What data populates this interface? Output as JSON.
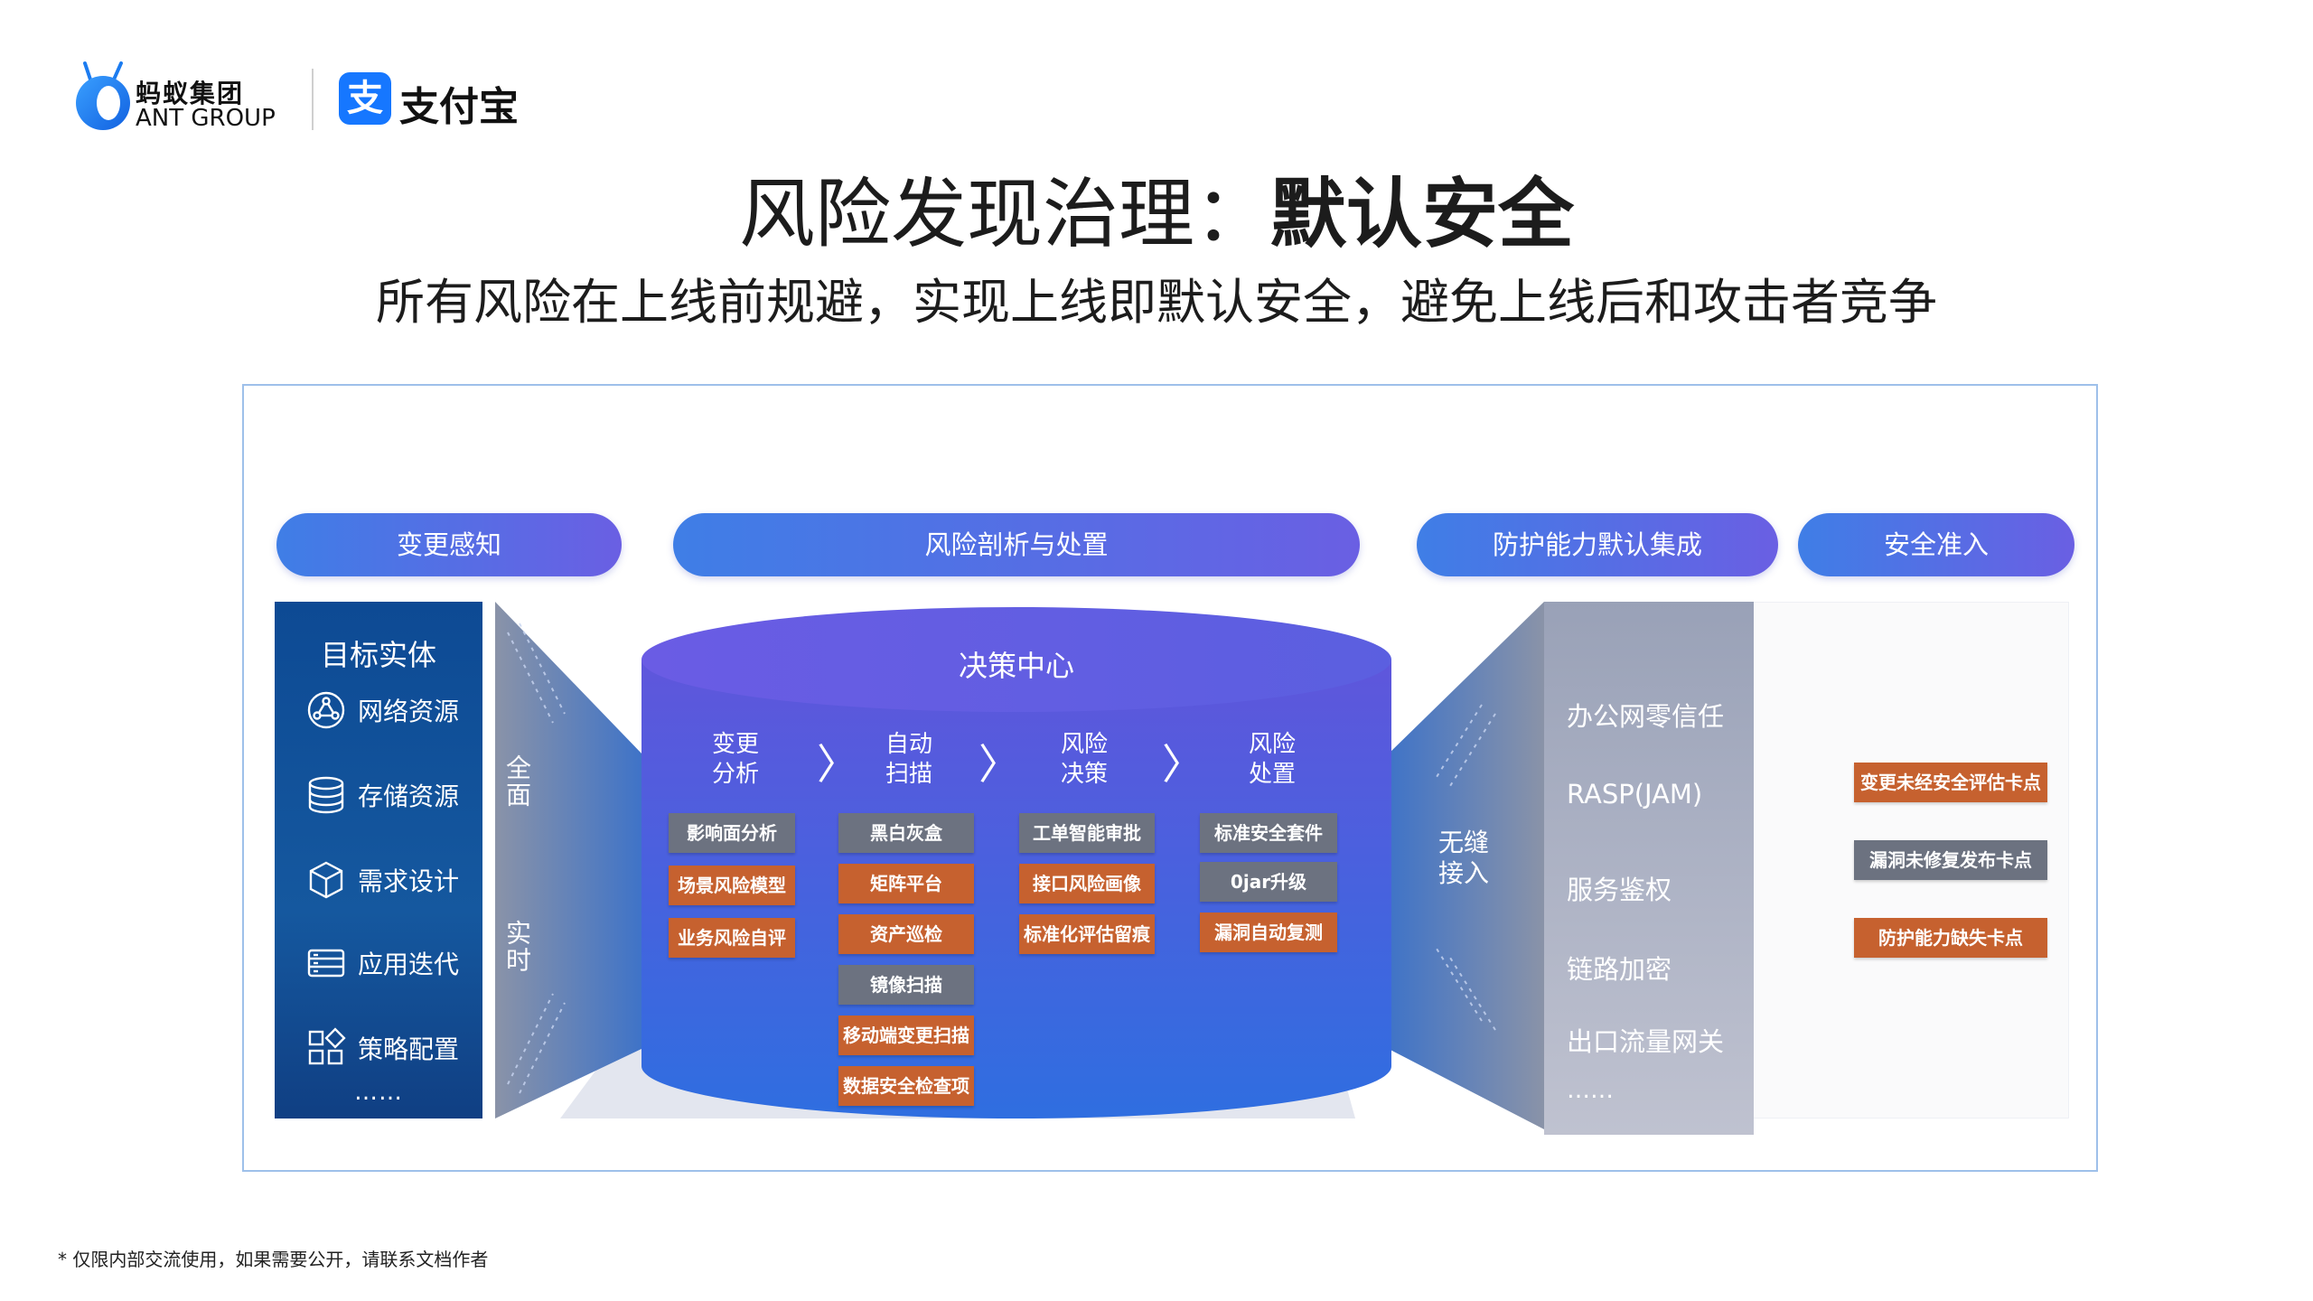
{
  "header": {
    "ant_logo_cn": "蚂蚁集团",
    "ant_logo_en": "ANT GROUP",
    "alipay_logo_text": "支付宝",
    "alipay_icon_glyph": "支"
  },
  "title": {
    "prefix": "风险发现治理：",
    "emphasis": "默认安全"
  },
  "subtitle": "所有风险在上线前规避，实现上线即默认安全，避免上线后和攻击者竞争",
  "stages": [
    "变更感知",
    "风险剖析与处置",
    "防护能力默认集成",
    "安全准入"
  ],
  "target": {
    "title": "目标实体",
    "items": [
      {
        "label": "网络资源",
        "icon": "network-icon"
      },
      {
        "label": "存储资源",
        "icon": "database-icon"
      },
      {
        "label": "需求设计",
        "icon": "cube-icon"
      },
      {
        "label": "应用迭代",
        "icon": "server-icon"
      },
      {
        "label": "策略配置",
        "icon": "grid-icon"
      }
    ],
    "more": "……"
  },
  "funnel_labels": {
    "full": "全面",
    "realtime": "实时"
  },
  "decision_center": {
    "title": "决策中心",
    "columns": [
      {
        "line1": "变更",
        "line2": "分析",
        "tags": [
          {
            "label": "影响面分析",
            "color": "gray"
          },
          {
            "label": "场景风险模型",
            "color": "orange"
          },
          {
            "label": "业务风险自评",
            "color": "orange"
          }
        ]
      },
      {
        "line1": "自动",
        "line2": "扫描",
        "tags": [
          {
            "label": "黑白灰盒",
            "color": "gray"
          },
          {
            "label": "矩阵平台",
            "color": "orange"
          },
          {
            "label": "资产巡检",
            "color": "orange"
          },
          {
            "label": "镜像扫描",
            "color": "gray"
          },
          {
            "label": "移动端变更扫描",
            "color": "orange"
          },
          {
            "label": "数据安全检查项",
            "color": "orange"
          }
        ]
      },
      {
        "line1": "风险",
        "line2": "决策",
        "tags": [
          {
            "label": "工单智能审批",
            "color": "gray"
          },
          {
            "label": "接口风险画像",
            "color": "orange"
          },
          {
            "label": "标准化评估留痕",
            "color": "orange"
          }
        ]
      },
      {
        "line1": "风险",
        "line2": "处置",
        "tags": [
          {
            "label": "标准安全套件",
            "color": "gray"
          },
          {
            "label": "0jar升级",
            "color": "gray"
          },
          {
            "label": "漏洞自动复测",
            "color": "orange"
          }
        ]
      }
    ]
  },
  "seamless": {
    "line1": "无缝",
    "line2": "接入"
  },
  "protection": {
    "items": [
      "办公网零信任",
      "RASP(JAM)",
      "服务鉴权",
      "链路加密",
      "出口流量网关"
    ],
    "more": "……"
  },
  "gates": [
    {
      "label": "变更未经安全评估卡点",
      "color": "orange"
    },
    {
      "label": "漏洞未修复发布卡点",
      "color": "gray"
    },
    {
      "label": "防护能力缺失卡点",
      "color": "orange"
    }
  ],
  "footnote": "* 仅限内部交流使用，如果需要公开，请联系文档作者",
  "colors": {
    "pill_start": "#3f7ee6",
    "pill_end": "#6a5fe3",
    "tag_orange": "#c6612f",
    "tag_gray": "#6c7280",
    "left_panel": "#15589f",
    "frame_border": "#9ec0ea"
  }
}
